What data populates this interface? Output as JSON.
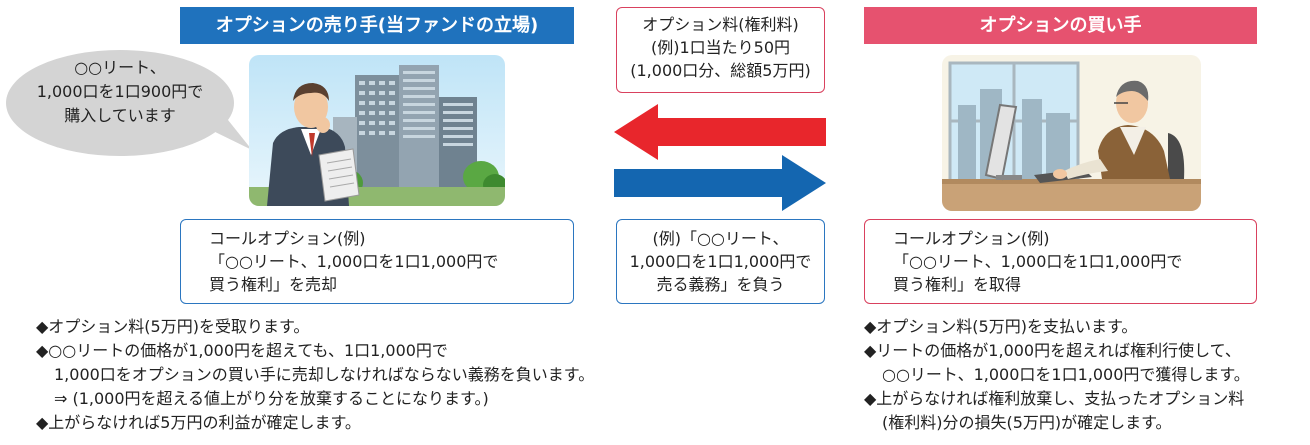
{
  "seller": {
    "header": "オプションの売り手(当ファンドの立場)",
    "speech": [
      "○○リート、",
      "1,000口を1口900円で",
      "購入しています"
    ],
    "box_lines": [
      "コールオプション(例)",
      "「○○リート、1,000口を1口1,000円で",
      "買う権利」を売却"
    ],
    "bullets": [
      "◆オプション料(5万円)を受取ります。",
      "◆○○リートの価格が1,000円を超えても、1口1,000円で",
      "  1,000口をオプションの買い手に売却しなければならない義務を負います。",
      "  ⇒ (1,000円を超える値上がり分を放棄することになります。)",
      "◆上がらなければ5万円の利益が確定します。"
    ]
  },
  "premium": {
    "lines": [
      "オプション料(権利料)",
      "(例)1口当たり50円",
      "(1,000口分、総額5万円)"
    ]
  },
  "obligation": {
    "lines": [
      "(例)「○○リート、",
      "1,000口を1口1,000円で",
      "売る義務」を負う"
    ]
  },
  "buyer": {
    "header": "オプションの買い手",
    "box_lines": [
      "コールオプション(例)",
      "「○○リート、1,000口を1口1,000円で",
      "買う権利」を取得"
    ],
    "bullets": [
      "◆オプション料(5万円)を支払います。",
      "◆リートの価格が1,000円を超えれば権利行使して、",
      "  ○○リート、1,000口を1口1,000円で獲得します。",
      "◆上がらなければ権利放棄し、支払ったオプション料",
      "  (権利料)分の損失(5万円)が確定します。"
    ]
  },
  "colors": {
    "seller_accent": "#1f72bd",
    "buyer_accent": "#e6526f",
    "arrow_red": "#e8262c",
    "arrow_blue": "#1466b0",
    "speech_bubble": "#d4d4d4"
  },
  "icons": {
    "seller_illustration": "businessman-with-newspaper-city-illustration",
    "buyer_illustration": "man-at-computer-office-illustration"
  }
}
